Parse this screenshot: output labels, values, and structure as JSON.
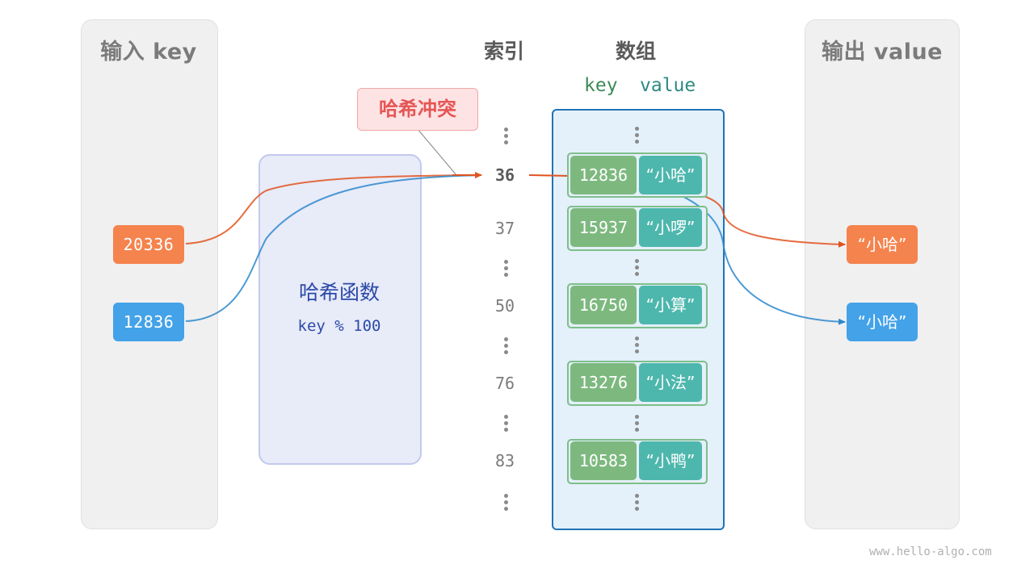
{
  "input_panel": {
    "title": "输入 key"
  },
  "output_panel": {
    "title": "输出 value"
  },
  "columns": {
    "index_header": "索引",
    "array_header": "数组",
    "key_label": "key",
    "value_label": "value"
  },
  "hash_function": {
    "title": "哈希函数",
    "formula": "key % 100"
  },
  "collision_label": "哈希冲突",
  "input_keys": [
    "20336",
    "12836"
  ],
  "output_values": [
    "“小哈”",
    "“小哈”"
  ],
  "indices": [
    "36",
    "37",
    "50",
    "76",
    "83"
  ],
  "buckets": [
    {
      "key": "12836",
      "value": "“小哈”"
    },
    {
      "key": "15937",
      "value": "“小啰”"
    },
    {
      "key": "16750",
      "value": "“小算”"
    },
    {
      "key": "13276",
      "value": "“小法”"
    },
    {
      "key": "10583",
      "value": "“小鸭”"
    }
  ],
  "colors": {
    "orange": "#f5834d",
    "blue": "#43a2e8",
    "orange_line": "#e0531f",
    "blue_line": "#2d88cc",
    "array_border": "#2273b5",
    "bucket_key": "#7db97f",
    "bucket_value": "#4db7ad",
    "collision_text": "#e65555"
  },
  "watermark": "www.hello-algo.com"
}
